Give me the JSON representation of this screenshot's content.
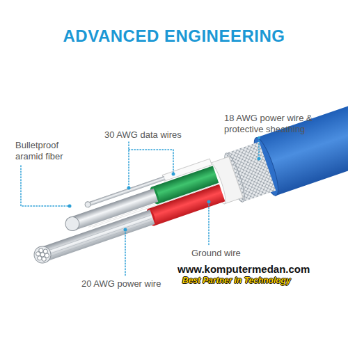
{
  "diagram": {
    "title": "ADVANCED ENGINEERING",
    "labels": [
      "18 AWG power wire & protective sheathing",
      "30 AWG data wires",
      "Bulletproof aramid fiber",
      "Ground wire",
      "20 AWG power wire",
      "www.komputermedan.com",
      "Best Partner in Technology"
    ]
  }
}
